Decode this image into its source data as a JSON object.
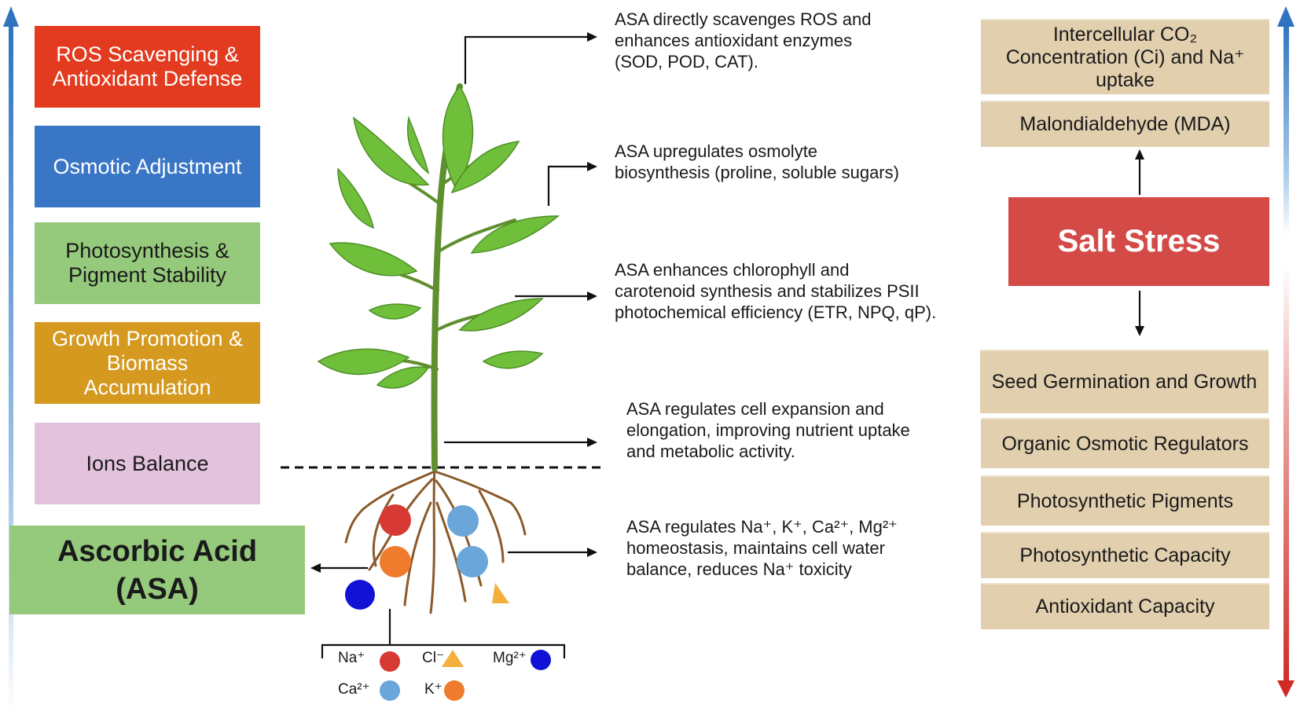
{
  "left_boxes": [
    {
      "label": "ROS Scavenging & Antioxidant Defense",
      "color": "#e23b1f"
    },
    {
      "label": "Osmotic Adjustment",
      "color": "#3a76c6"
    },
    {
      "label": "Photosynthesis & Pigment Stability",
      "color": "#95c97b"
    },
    {
      "label": "Growth Promotion & Biomass Accumulation",
      "color": "#d4991e"
    },
    {
      "label": "Ions Balance",
      "color": "#e3c2de"
    }
  ],
  "asa_box": {
    "label": "Ascorbic Acid (ASA)",
    "color": "#95c97b"
  },
  "mechanisms": [
    "ASA directly scavenges ROS  and\nenhances antioxidant enzymes\n(SOD, POD, CAT).",
    "ASA upregulates osmolyte\nbiosynthesis (proline, soluble sugars)",
    "ASA enhances chlorophyll and\ncarotenoid synthesis and stabilizes PSII\nphotochemical efficiency (ETR, NPQ, qP).",
    "ASA regulates cell expansion and\nelongation, improving nutrient uptake\nand metabolic activity.",
    "ASA regulates Na⁺, K⁺, Ca²⁺, Mg²⁺\nhomeostasis, maintains cell water\nbalance, reduces Na⁺ toxicity"
  ],
  "salt_stress": {
    "label": "Salt Stress",
    "color": "#d44a47"
  },
  "right_top_boxes": [
    "Intercellular CO₂ Concentration (Ci) and Na⁺ uptake",
    "Malondialdehyde (MDA)"
  ],
  "right_bottom_boxes": [
    "Seed Germination and Growth",
    "Organic Osmotic Regulators",
    "Photosynthetic Pigments",
    "Photosynthetic Capacity",
    "Antioxidant Capacity"
  ],
  "ion_legend": {
    "na": "Na⁺",
    "cl": "Cl⁻",
    "mg": "Mg²⁺",
    "ca": "Ca²⁺",
    "k": "K⁺",
    "colors": {
      "na": "#d73a33",
      "cl": "#f3b03c",
      "mg": "#1212d6",
      "ca": "#6aa6d9",
      "k": "#ef7b2c"
    }
  },
  "arrow_colors": {
    "up": "#3b7fc4",
    "down": "#d83a34"
  }
}
